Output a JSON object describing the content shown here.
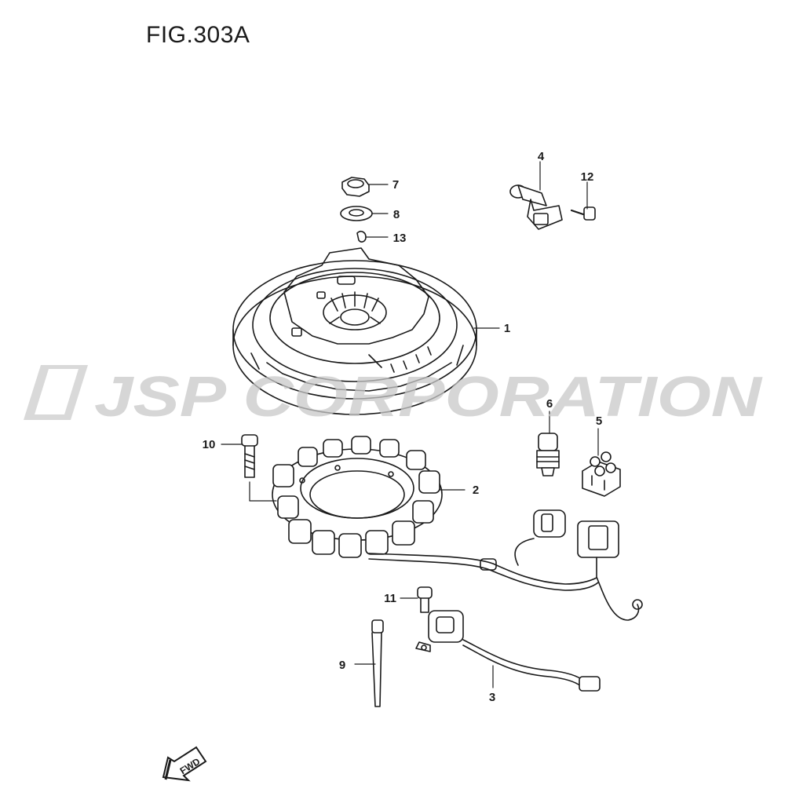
{
  "figure_title": "FIG.303A",
  "watermark": "JSP CORPORATION",
  "fwd_label": "FWD",
  "callouts": {
    "c1": "1",
    "c2": "2",
    "c3": "3",
    "c4": "4",
    "c5": "5",
    "c6": "6",
    "c7": "7",
    "c8": "8",
    "c9": "9",
    "c10": "10",
    "c11": "11",
    "c12": "12",
    "c13": "13"
  },
  "colors": {
    "line": "#1a1a1a",
    "watermark": "#c8c8c8"
  }
}
